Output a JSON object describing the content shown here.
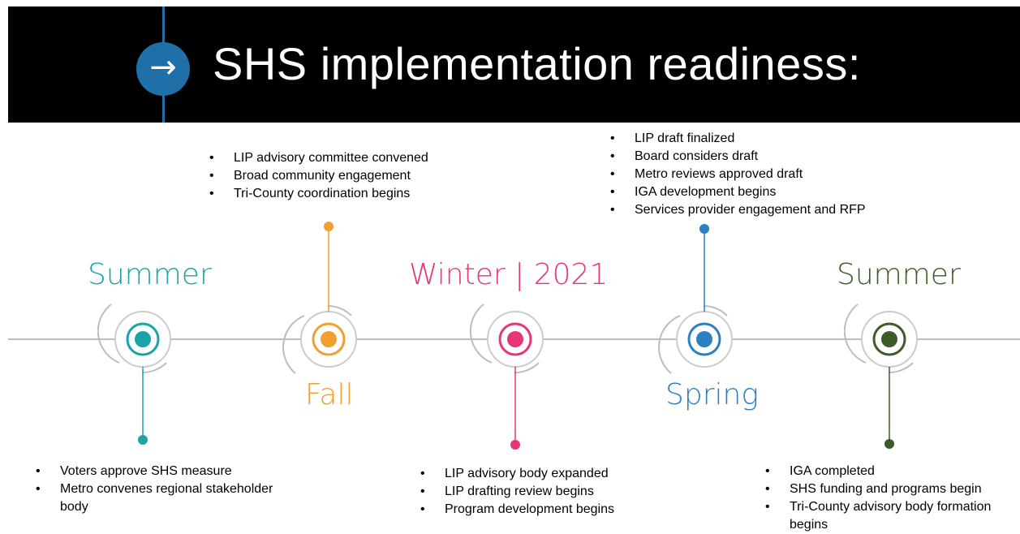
{
  "header": {
    "title": "SHS implementation readiness:",
    "icon": "arrow-right-icon",
    "arrow_glyph": "→",
    "accent_color": "#1f6fa8"
  },
  "milestones": [
    {
      "id": "summer-2020",
      "season": "Summer",
      "color": "#1aa3a8",
      "notes": [
        "Voters approve SHS measure",
        "Metro convenes regional stakeholder body"
      ]
    },
    {
      "id": "fall",
      "season": "Fall",
      "color": "#f0a030",
      "notes": [
        "LIP advisory committee convened",
        "Broad community engagement",
        "Tri-County coordination begins"
      ]
    },
    {
      "id": "winter-2021",
      "season": "Winter | 2021",
      "color": "#e8357a",
      "notes": [
        "LIP advisory body expanded",
        "LIP drafting review begins",
        "Program development begins"
      ]
    },
    {
      "id": "spring",
      "season": "Spring",
      "color": "#2a80c0",
      "notes": [
        "LIP draft finalized",
        "Board considers draft",
        "Metro reviews approved draft",
        "IGA development begins",
        "Services provider engagement and RFP"
      ]
    },
    {
      "id": "summer-2021",
      "season": "Summer",
      "color": "#3d5a2a",
      "notes": [
        "IGA completed",
        "SHS funding and programs begin",
        "Tri-County advisory body formation begins"
      ]
    }
  ]
}
